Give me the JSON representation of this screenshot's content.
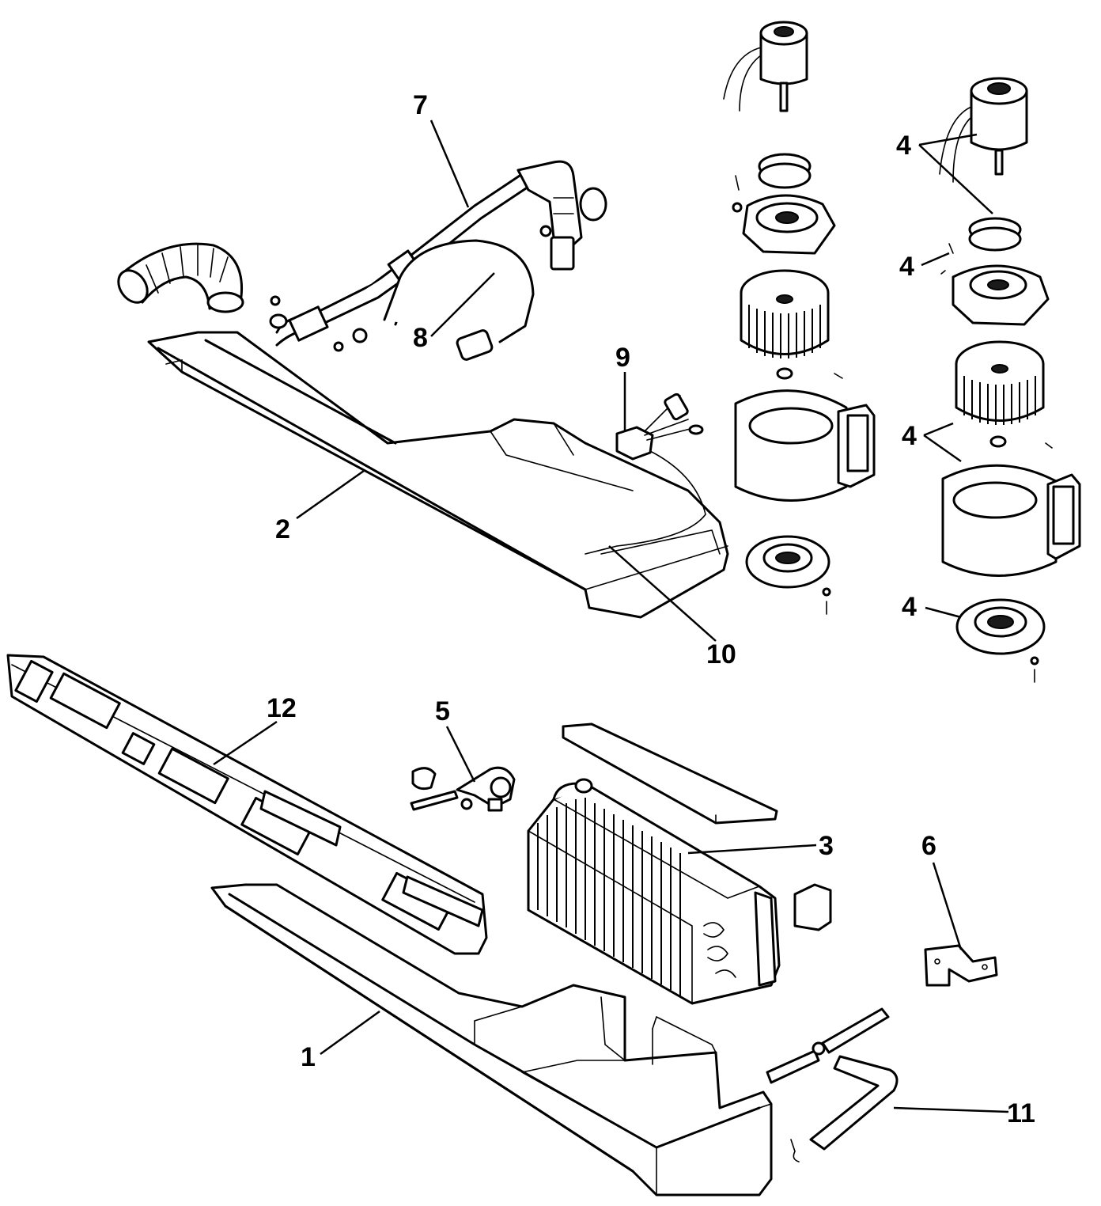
{
  "diagram": {
    "callouts": {
      "housing_lower": "1",
      "housing_upper": "2",
      "evaporator_core": "3",
      "blower_motor_top": "4",
      "blower_motor_clamp": "4",
      "blower_wheel_case": "4",
      "blower_end_plate": "4",
      "expansion_valve": "5",
      "bracket": "6",
      "suction_hose": "7",
      "liquid_hose": "8",
      "resistor": "9",
      "thermo_switch": "10",
      "drain_hose": "11",
      "louver_panel": "12"
    }
  }
}
